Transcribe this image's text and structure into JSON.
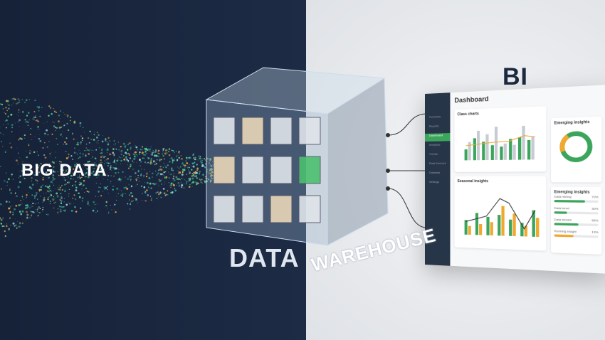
{
  "labels": {
    "big_data": "BIG DATA",
    "data": "DATA",
    "warehouse": "WAREHOUSE",
    "bi": "BI"
  },
  "dashboard": {
    "title": "Dashboard",
    "sidebar": [
      "Overview",
      "Reports",
      "Dashboard",
      "Analytics",
      "Trends",
      "Data Sources",
      "Datasets",
      "Settings"
    ],
    "chart1_title": "Class charts",
    "chart2_title": "Seasonal insights",
    "donut_title": "Emerging insights",
    "progress_title": "Emerging insights",
    "progress": [
      {
        "label": "Data mining",
        "value": "70%",
        "fill": 0.7
      },
      {
        "label": "Data trend",
        "value": "30%",
        "fill": 0.3
      },
      {
        "label": "Data stream",
        "value": "55%",
        "fill": 0.55
      },
      {
        "label": "Running insight",
        "value": "13%",
        "fill": 0.45
      }
    ]
  },
  "colors": {
    "dark_bg": "#162238",
    "green": "#3ca55c",
    "orange": "#f0a830",
    "grey": "#c8ccd2"
  }
}
